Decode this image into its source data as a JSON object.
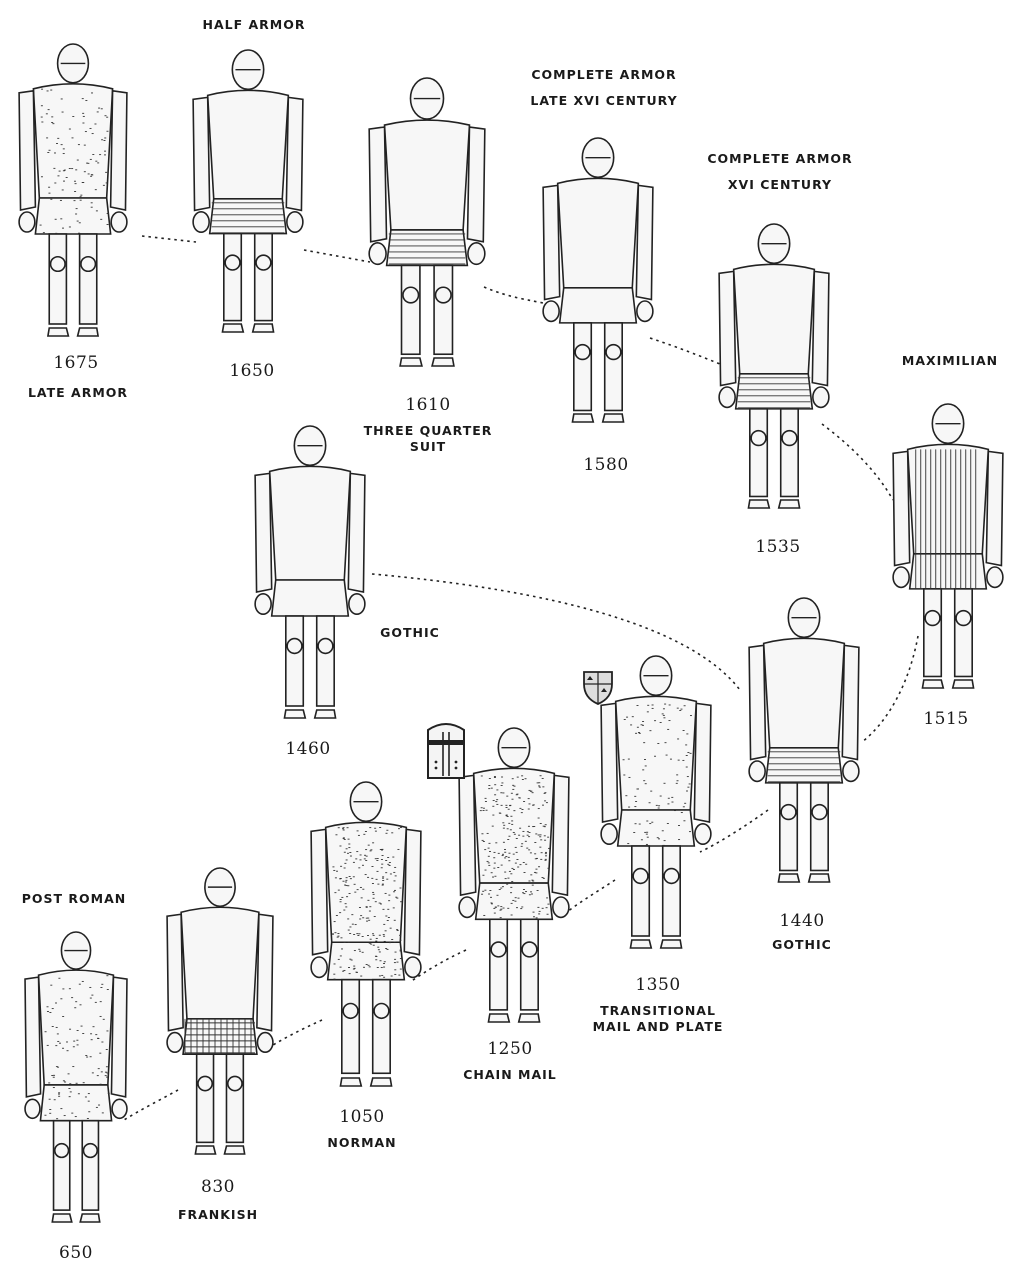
{
  "figures": [
    {
      "id": "f1675",
      "year": "1675",
      "name": [
        "LATE ARMOR"
      ]
    },
    {
      "id": "f1650",
      "year": "1650",
      "name": [],
      "top_name": "HALF ARMOR"
    },
    {
      "id": "f1610",
      "year": "1610",
      "name": [
        "THREE QUARTER",
        "SUIT"
      ]
    },
    {
      "id": "f1580",
      "year": "1580",
      "name": [],
      "top_name": [
        "COMPLETE ARMOR",
        "LATE XVI CENTURY"
      ]
    },
    {
      "id": "f1535",
      "year": "1535",
      "name": [],
      "top_name": [
        "COMPLETE ARMOR",
        "XVI CENTURY"
      ]
    },
    {
      "id": "f1515",
      "year": "1515",
      "name": [],
      "top_name": "MAXIMILIAN"
    },
    {
      "id": "f1460",
      "year": "1460",
      "name": [],
      "side_name": "GOTHIC"
    },
    {
      "id": "f1440",
      "year": "1440",
      "name": [
        "GOTHIC"
      ]
    },
    {
      "id": "f1350",
      "year": "1350",
      "name": [
        "TRANSITIONAL",
        "MAIL AND PLATE"
      ]
    },
    {
      "id": "f1250",
      "year": "1250",
      "name": [
        "CHAIN MAIL"
      ]
    },
    {
      "id": "f1050",
      "year": "1050",
      "name": [
        "NORMAN"
      ]
    },
    {
      "id": "f830",
      "year": "830",
      "name": [
        "FRANKISH"
      ]
    },
    {
      "id": "f650",
      "year": "650",
      "name": [],
      "top_name": "POST ROMAN"
    }
  ],
  "icons": [
    "great-helm-icon",
    "heraldic-shield-icon",
    "armor-figure-icon",
    "dotted-timeline-connector"
  ]
}
